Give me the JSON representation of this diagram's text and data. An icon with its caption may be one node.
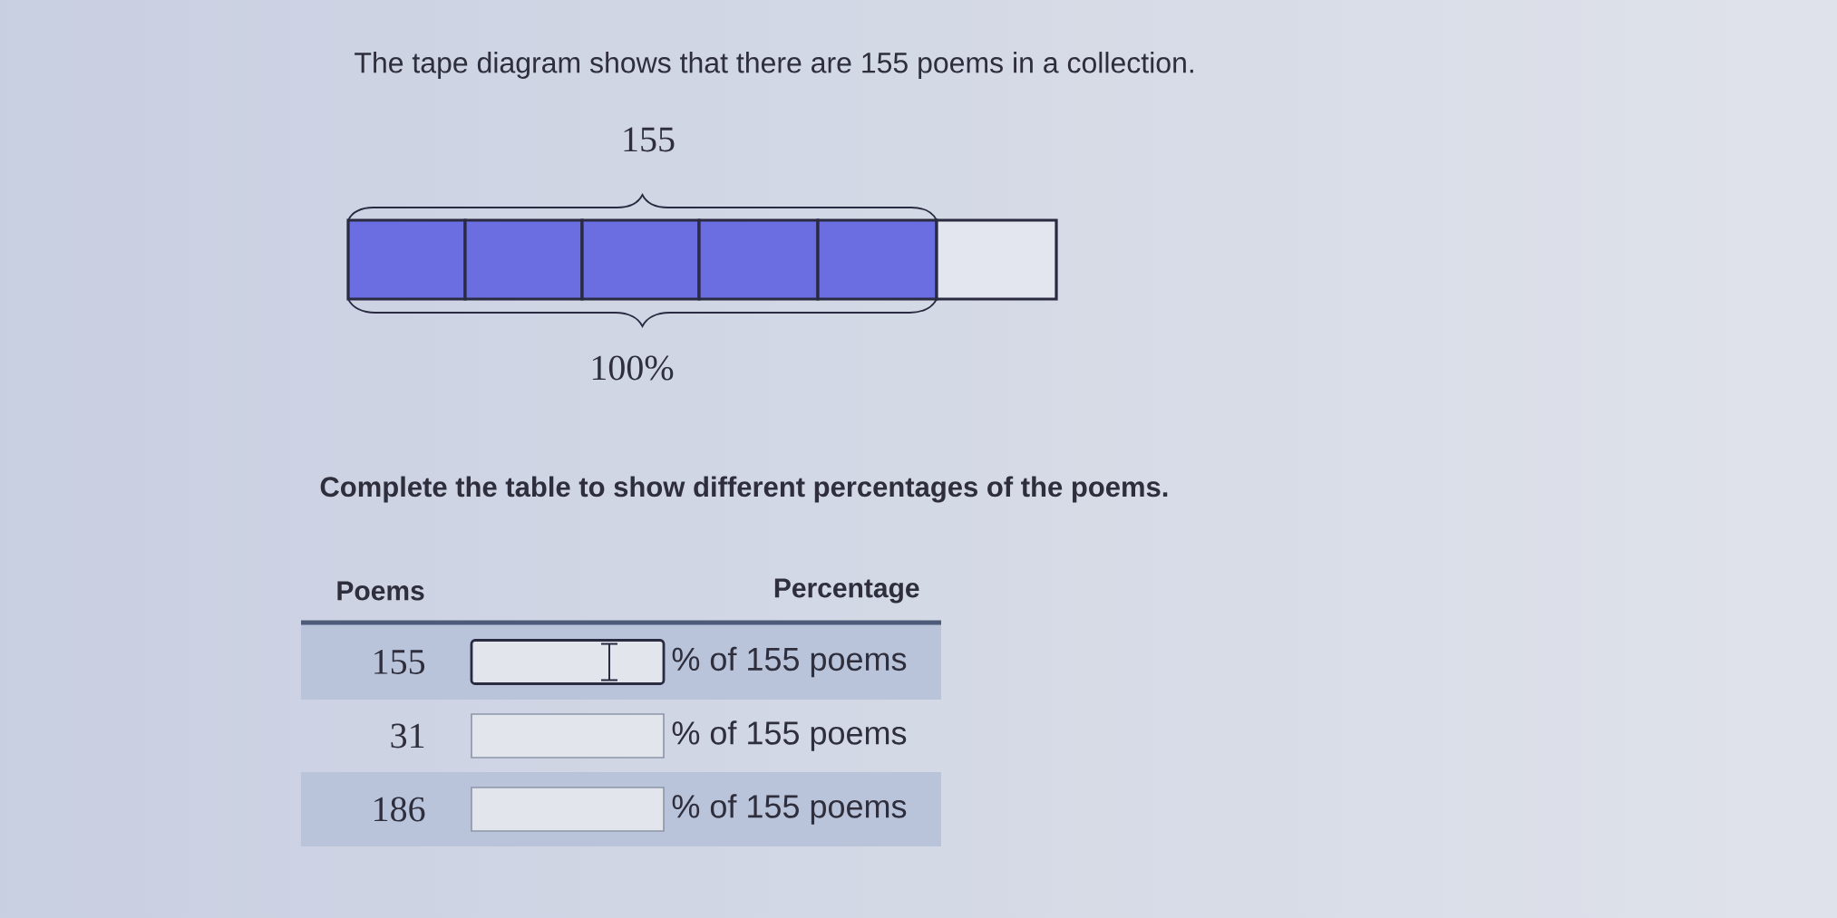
{
  "diagram": {
    "title": "The tape diagram shows that there are 155 poems in a collection.",
    "nodes": [
      {
        "text": [],
        "shape": "box"
      },
      {
        "text": [],
        "shape": "box"
      },
      {
        "text": [],
        "shape": "box"
      },
      {
        "text": [],
        "shape": "box"
      },
      {
        "text": [],
        "shape": "box"
      },
      {
        "text": [],
        "shape": "box"
      }
    ],
    "labels": [
      "155",
      "100%",
      "Complete the table to show different percentages of the poems.",
      "Poems",
      "Percentage",
      "155",
      "% of 155 poems",
      "31",
      "% of 155 poems",
      "186",
      "% of 155 poems"
    ]
  }
}
